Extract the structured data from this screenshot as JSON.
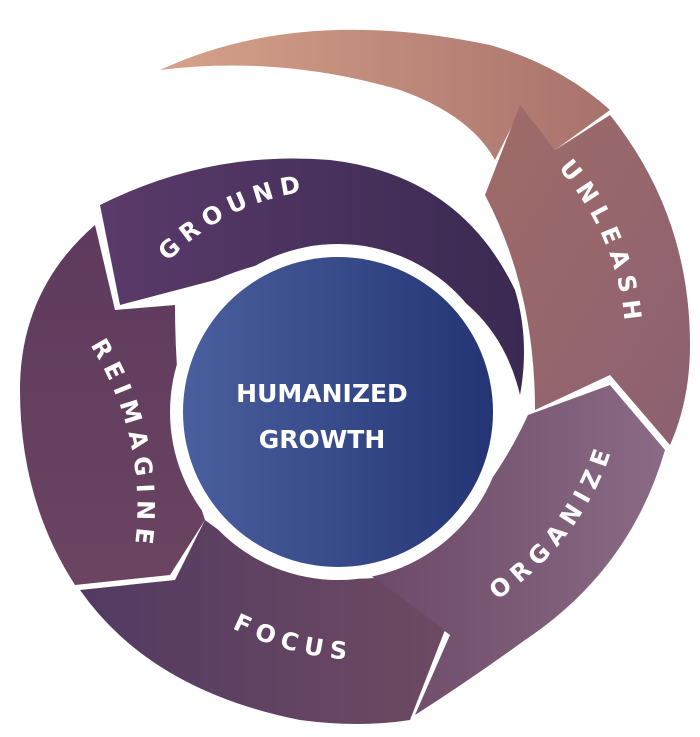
{
  "center": {
    "lines": [
      "HUMANIZED",
      "GROWTH"
    ],
    "color_start": "#4a5f9e",
    "color_end": "#243576",
    "text_color": "#ffffff"
  },
  "segments": [
    {
      "label": "GROUND",
      "color_start": "#5a3a6a",
      "color_end": "#3a2a52"
    },
    {
      "label": "UNLEASH",
      "color_start": "#a06c68",
      "color_end": "#8c6072"
    },
    {
      "label": "ORGANIZE",
      "color_start": "#6c4a68",
      "color_end": "#8a6a84"
    },
    {
      "label": "FOCUS",
      "color_start": "#523a62",
      "color_end": "#6e4a62"
    },
    {
      "label": "REIMAGINE",
      "color_start": "#5e3a5e",
      "color_end": "#6a4460"
    }
  ],
  "top_arc": {
    "color_start": "#d7a28a",
    "color_end": "#a8726c"
  },
  "label_color": "#ffffff",
  "separator_color": "#ffffff"
}
